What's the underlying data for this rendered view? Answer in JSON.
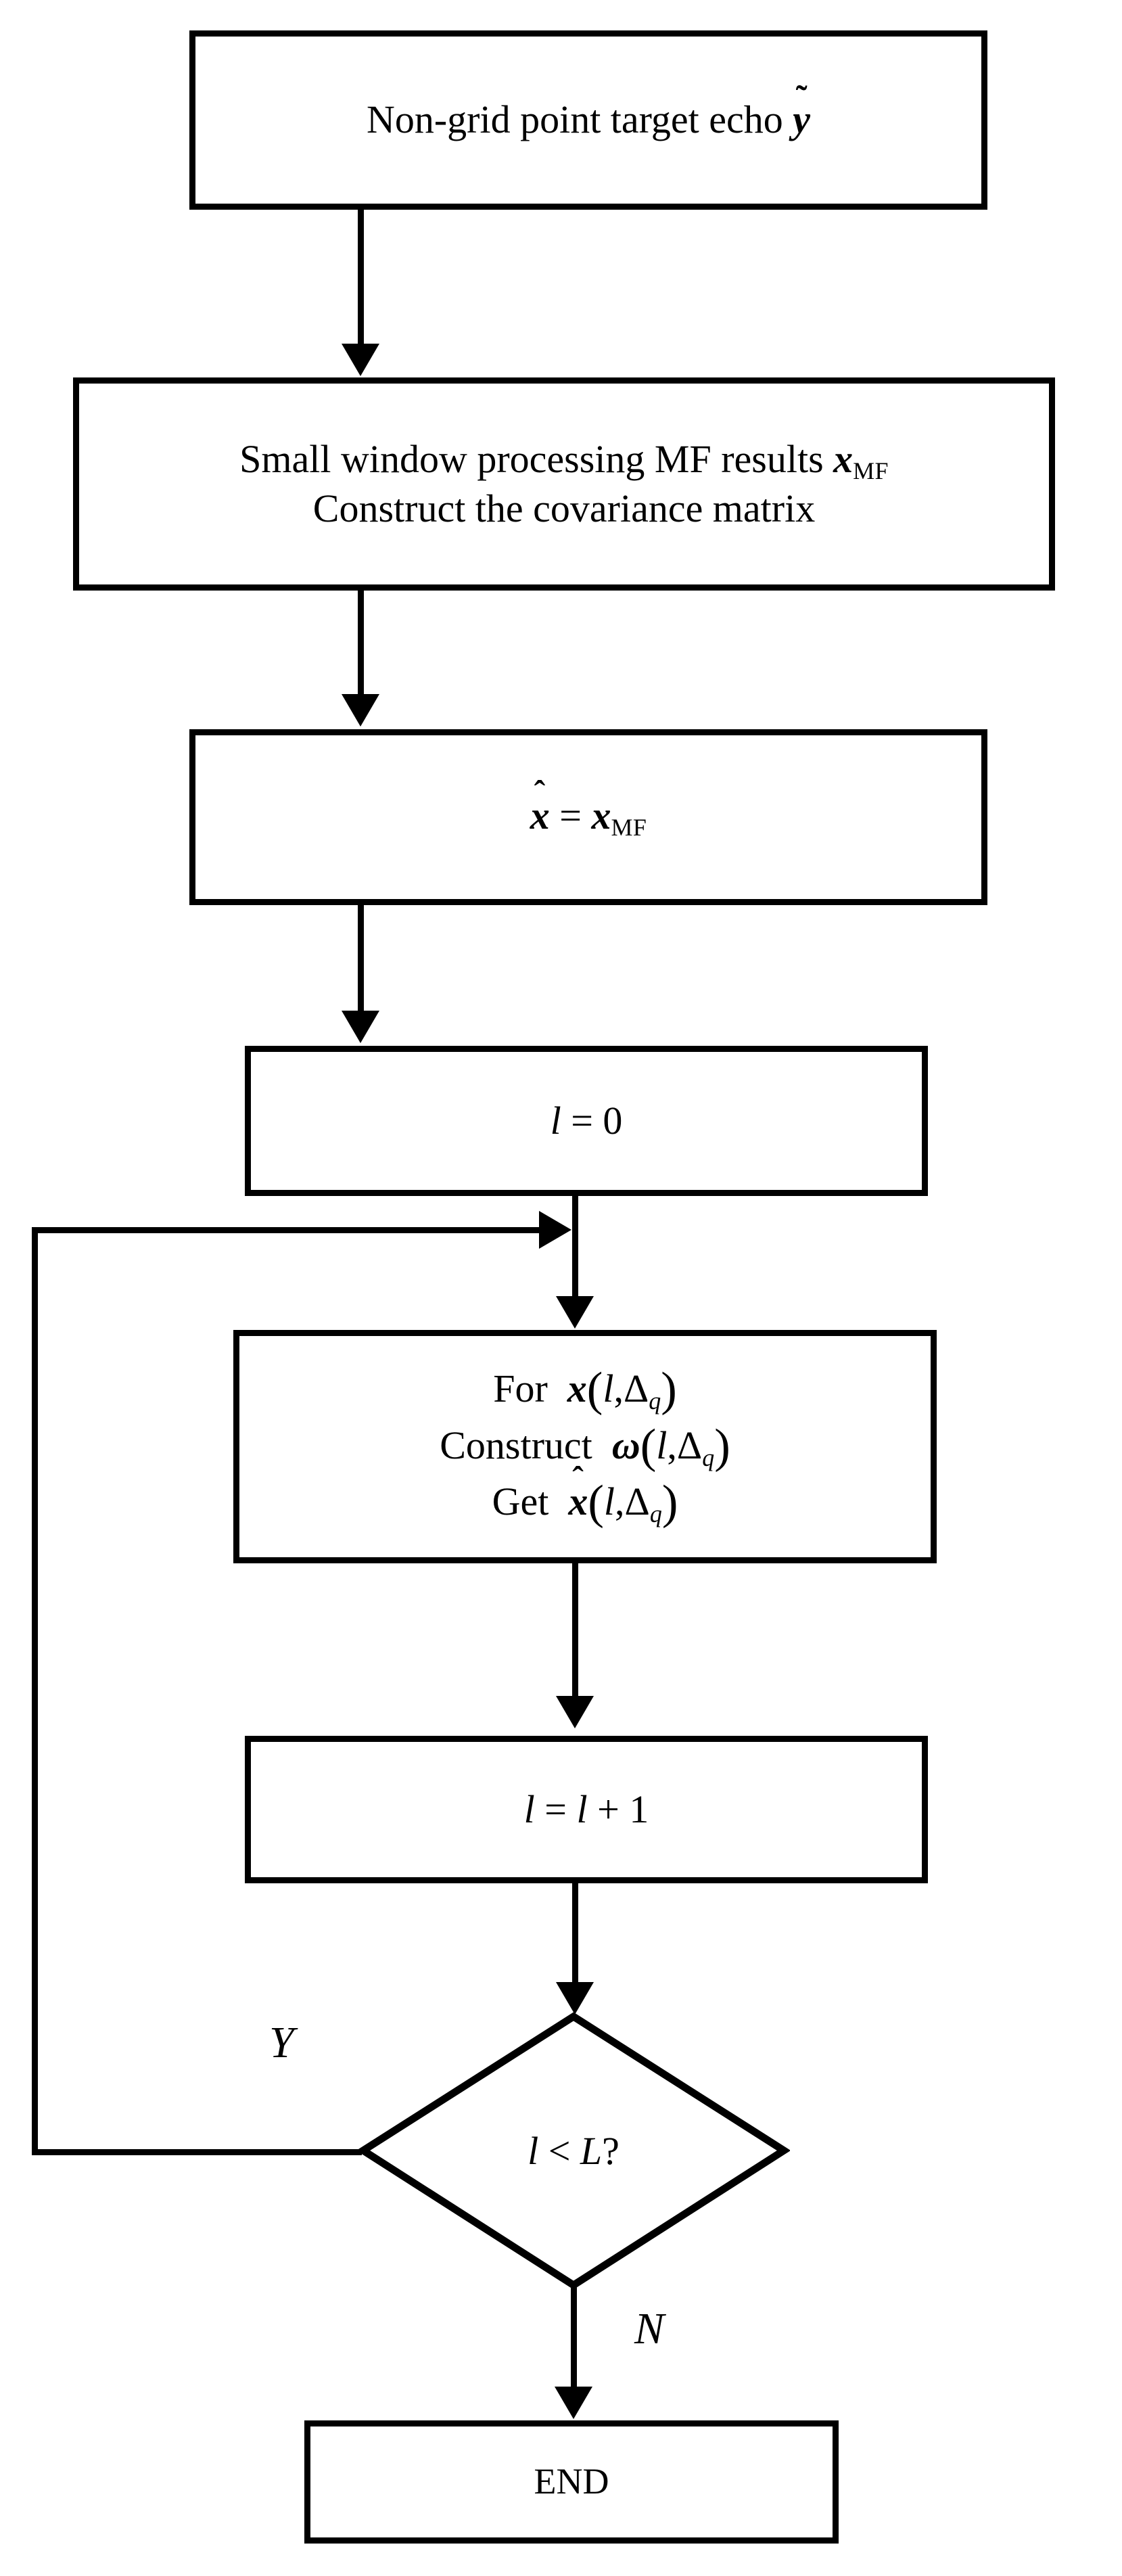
{
  "diagram": {
    "title": "Non-grid point target echo processing flowchart",
    "type": "flowchart",
    "colors": {
      "background": "#ffffff",
      "stroke": "#000000",
      "text": "#000000"
    },
    "nodes": [
      {
        "id": "start",
        "shape": "rectangle",
        "lines": [
          "Non-grid point target echo ỹ"
        ],
        "text_prefix": "Non-grid point target echo ",
        "symbol": "y",
        "accent": "tilde"
      },
      {
        "id": "mf",
        "shape": "rectangle",
        "lines": [
          "Small window processing MF results xMF",
          "Construct the covariance matrix"
        ],
        "line1_prefix": "Small window processing MF results ",
        "line1_symbol": "x",
        "line1_subscript": "MF",
        "line2": "Construct the covariance matrix"
      },
      {
        "id": "init-x",
        "shape": "rectangle",
        "lines": [
          "x̂ = xMF"
        ],
        "lhs_symbol": "x",
        "lhs_accent": "hat",
        "operator": "=",
        "rhs_symbol": "x",
        "rhs_subscript": "MF"
      },
      {
        "id": "init-l",
        "shape": "rectangle",
        "lines": [
          "l = 0"
        ],
        "lhs_symbol": "l",
        "operator": "=",
        "rhs_value": "0"
      },
      {
        "id": "loop-body",
        "shape": "rectangle",
        "lines": [
          "For x(l,Δq)",
          "Construct ω(l,Δq)",
          "Get x̂(l,Δq)"
        ],
        "row1_keyword": "For",
        "row1_symbol": "x",
        "row2_keyword": "Construct",
        "row2_symbol": "ω",
        "row3_keyword": "Get",
        "row3_symbol": "x",
        "row3_accent": "hat",
        "arg_open": "(",
        "arg_index": "l",
        "arg_comma": ",",
        "arg_delta": "Δ",
        "arg_delta_sub": "q",
        "arg_close": ")"
      },
      {
        "id": "increment",
        "shape": "rectangle",
        "lines": [
          "l = l + 1"
        ],
        "lhs_symbol": "l",
        "operator": "=",
        "rhs_symbol": "l",
        "rhs_operator": "+",
        "rhs_value": "1"
      },
      {
        "id": "decision",
        "shape": "diamond",
        "lines": [
          "l < L?"
        ],
        "lhs_symbol": "l",
        "operator": "<",
        "rhs_symbol": "L",
        "question_mark": "?"
      },
      {
        "id": "end",
        "shape": "rectangle",
        "lines": [
          "END"
        ],
        "label": "END"
      }
    ],
    "edge_labels": {
      "yes": "Y",
      "no": "N"
    },
    "edges": [
      {
        "from": "start",
        "to": "mf",
        "label": ""
      },
      {
        "from": "mf",
        "to": "init-x",
        "label": ""
      },
      {
        "from": "init-x",
        "to": "init-l",
        "label": ""
      },
      {
        "from": "init-l",
        "to": "loop-body",
        "label": ""
      },
      {
        "from": "loop-body",
        "to": "increment",
        "label": ""
      },
      {
        "from": "increment",
        "to": "decision",
        "label": ""
      },
      {
        "from": "decision",
        "to": "loop-body",
        "label": "Y"
      },
      {
        "from": "decision",
        "to": "end",
        "label": "N"
      }
    ]
  }
}
